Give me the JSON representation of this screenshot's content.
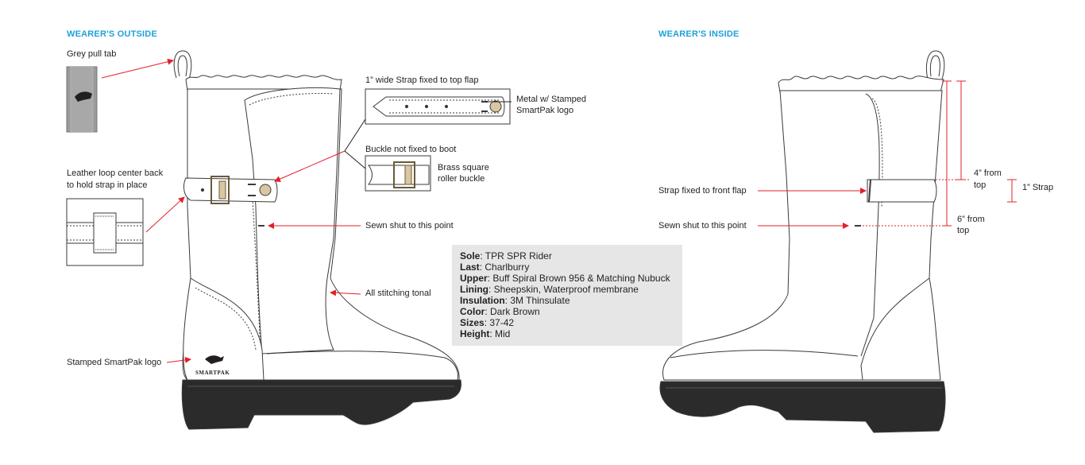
{
  "headings": {
    "outside": "WEARER'S OUTSIDE",
    "inside": "WEARER'S INSIDE"
  },
  "callouts": {
    "grey_pull_tab": "Grey pull tab",
    "leather_loop_line1": "Leather loop center back",
    "leather_loop_line2": "to hold strap in place",
    "stamped_logo": "Stamped SmartPak logo",
    "strap_fixed_top": "1” wide Strap fixed to top flap",
    "metal_stamped_line1": "Metal w/ Stamped",
    "metal_stamped_line2": "SmartPak logo",
    "buckle_not_fixed": "Buckle not fixed to boot",
    "brass_buckle_line1": "Brass square",
    "brass_buckle_line2": "roller buckle",
    "sewn_shut_outside": "Sewn shut to this point",
    "all_stitching": "All stitching tonal",
    "strap_front_flap": "Strap fixed to front flap",
    "sewn_shut_inside": "Sewn shut to this point",
    "four_from_line1": "4” from",
    "four_from_line2": "top",
    "one_strap": "1” Strap",
    "six_from_line1": "6” from",
    "six_from_line2": "top"
  },
  "logo_text": "SMARTPAK",
  "specs": [
    {
      "key": "Sole",
      "value": ": TPR SPR Rider"
    },
    {
      "key": "Last",
      "value": ": Charlburry"
    },
    {
      "key": "Upper",
      "value": ": Buff Spiral Brown 956 & Matching Nubuck"
    },
    {
      "key": "Lining",
      "value": ": Sheepskin, Waterproof membrane"
    },
    {
      "key": "Insulation",
      "value": ": 3M Thinsulate"
    },
    {
      "key": "Color",
      "value": ": Dark Brown"
    },
    {
      "key": "Sizes",
      "value": ": 37-42"
    },
    {
      "key": "Height",
      "value": ": Mid"
    }
  ],
  "colors": {
    "heading": "#1ea0dc",
    "arrow": "#e3202a",
    "sole": "#2b2b2b",
    "outline": "#3a3a3a",
    "spec_bg": "#e6e6e6"
  }
}
